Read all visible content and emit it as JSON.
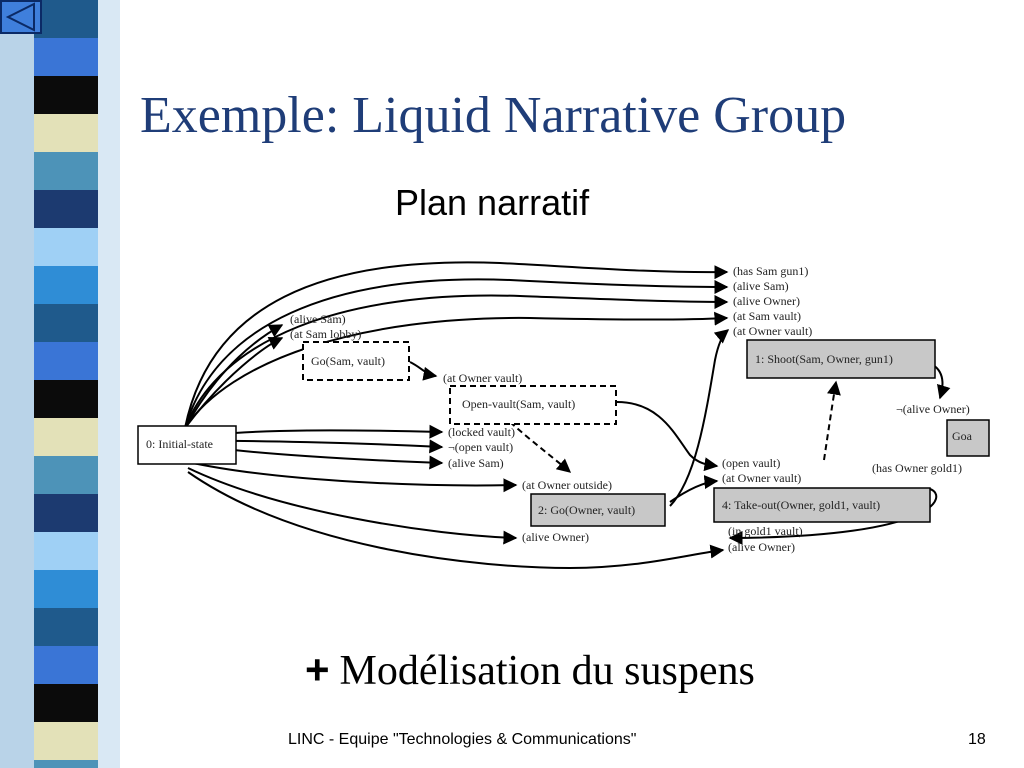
{
  "slide": {
    "title": "Exemple: Liquid Narrative Group",
    "subtitle": "Plan narratif",
    "bullet_symbol": "+",
    "bullet_text": "Modélisation du suspens",
    "footer": "LINC - Equipe \"Technologies & Communications\"",
    "page_number": "18"
  },
  "nav": {
    "back_icon": "triangle-left-icon"
  },
  "colors": {
    "title": "#1f3d78",
    "stripe_palette": [
      "#1f5a8c",
      "#3a75d6",
      "#0b0b0b",
      "#e3e1b8",
      "#4d93b8",
      "#1c3a70",
      "#9fd0f5",
      "#2f8dd6"
    ]
  },
  "diagram": {
    "steps": {
      "initial": "0: Initial-state",
      "go_sam": "Go(Sam, vault)",
      "open_vault": "Open-vault(Sam, vault)",
      "go_owner": "2: Go(Owner, vault)",
      "shoot": "1: Shoot(Sam, Owner, gun1)",
      "take_out": "4: Take-out(Owner, gold1, vault)",
      "goal": "Goa"
    },
    "conditions": {
      "has_sam_gun1": "(has Sam gun1)",
      "alive_sam_top": "(alive Sam)",
      "alive_owner_top": "(alive Owner)",
      "at_sam_vault": "(at Sam vault)",
      "at_owner_vault_top": "(at Owner vault)",
      "alive_sam_left": "(alive Sam)",
      "at_sam_lobby": "(at Sam lobby)",
      "at_owner_vault_mid": "(at Owner vault)",
      "locked_vault": "(locked vault)",
      "not_open_vault": "¬(open vault)",
      "alive_sam_mid": "(alive Sam)",
      "at_owner_outside": "(at Owner outside)",
      "alive_owner_bottom": "(alive Owner)",
      "not_alive_owner": "¬(alive Owner)",
      "has_owner_gold1": "(has Owner gold1)",
      "open_vault": "(open vault)",
      "at_owner_vault_right": "(at Owner vault)",
      "in_gold1_vault": "(in gold1 vault)",
      "alive_owner_right": "(alive Owner)"
    }
  }
}
